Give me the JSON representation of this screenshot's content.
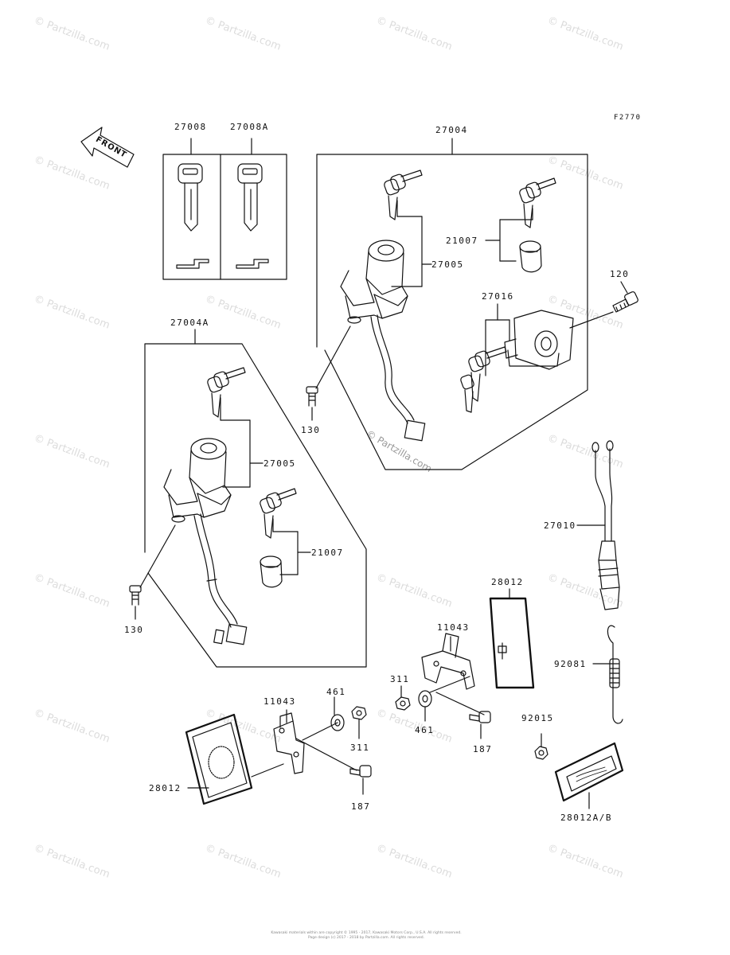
{
  "figure_code": "F2770",
  "front_label": "FRONT",
  "watermark": "© Partzilla.com",
  "watermark_center": "© Partzilla.com",
  "parts": {
    "key_blank": "27008",
    "key_blank_a": "27008A",
    "ignition_set": "27004",
    "ignition_set_a": "27004A",
    "ignition_switch": "27005",
    "ignition_switch_2": "27005",
    "key_lock_cap": "21007",
    "key_lock_cap_2": "21007",
    "seat_lock": "27016",
    "bolt_120": "120",
    "bolt_130": "130",
    "bolt_130_b": "130",
    "stop_switch": "27010",
    "reflector_28012": "28012",
    "reflector_28012_left": "28012",
    "reflector_28012ab": "28012A/B",
    "bracket_11043": "11043",
    "bracket_11043_left": "11043",
    "nut_311": "311",
    "nut_311_left": "311",
    "washer_461": "461",
    "washer_461_left": "461",
    "bolt_187": "187",
    "bolt_187_left": "187",
    "spring_92081": "92081",
    "nut_92015": "92015"
  },
  "copyright_line1": "Kawasaki materials within are copyright © 1995 - 2017, Kawasaki Motors Corp., U.S.A. All rights reserved.",
  "copyright_line2": "Page design (c) 2017 - 2018 by Partzilla.com. All rights reserved."
}
